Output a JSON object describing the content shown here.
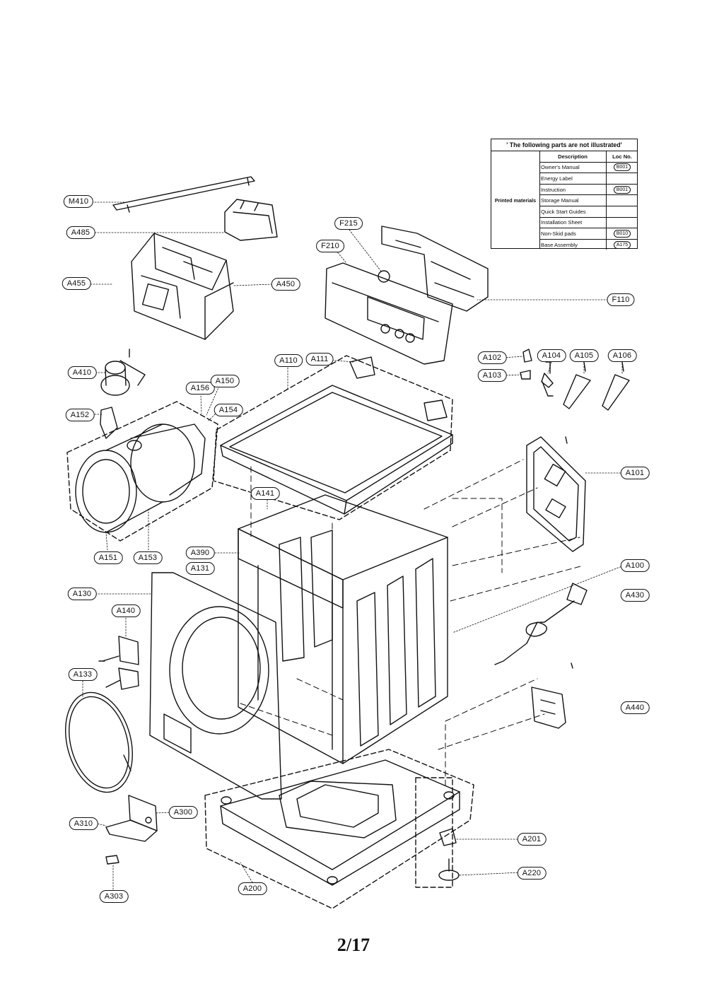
{
  "notice": {
    "title": "' The following parts are not illustrated'",
    "category": "Printed materials",
    "col_description": "Description",
    "col_loc": "Loc No.",
    "rows": [
      {
        "description": "Owner's Manual",
        "loc": "B001"
      },
      {
        "description": "Energy Label",
        "loc": ""
      },
      {
        "description": "Instruction",
        "loc": "B001"
      },
      {
        "description": "Storage Manual",
        "loc": ""
      },
      {
        "description": "Quick Start Guides",
        "loc": ""
      },
      {
        "description": "Installation Sheet",
        "loc": ""
      },
      {
        "description": "Non-Skid pads",
        "loc": "B010"
      },
      {
        "description": "Base Assembly",
        "loc": "A175"
      }
    ]
  },
  "callouts": {
    "M410": "M410",
    "A485": "A485",
    "A455": "A455",
    "A450": "A450",
    "F215": "F215",
    "F210": "F210",
    "F110": "F110",
    "A410": "A410",
    "A152": "A152",
    "A156": "A156",
    "A150": "A150",
    "A154": "A154",
    "A151": "A151",
    "A153": "A153",
    "A110": "A110",
    "A111": "A111",
    "A141": "A141",
    "A102": "A102",
    "A103": "A103",
    "A104": "A104",
    "A105": "A105",
    "A106": "A106",
    "A101": "A101",
    "A100": "A100",
    "A430": "A430",
    "A440": "A440",
    "A390": "A390",
    "A131": "A131",
    "A130": "A130",
    "A140": "A140",
    "A133": "A133",
    "A310": "A310",
    "A300": "A300",
    "A303": "A303",
    "A200": "A200",
    "A201": "A201",
    "A220": "A220"
  },
  "page_number": "2/17"
}
